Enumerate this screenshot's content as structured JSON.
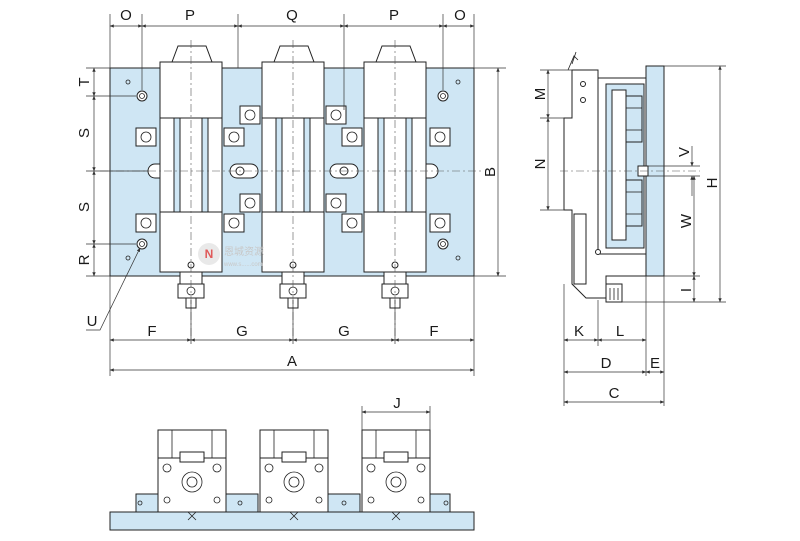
{
  "dimension_labels": {
    "O_left": "O",
    "P_left": "P",
    "Q": "Q",
    "P_right": "P",
    "O_right": "O",
    "T": "T",
    "S_upper": "S",
    "S_lower": "S",
    "R": "R",
    "U": "U",
    "B": "B",
    "F_left": "F",
    "G_left": "G",
    "G_right": "G",
    "F_right": "F",
    "A": "A",
    "M": "M",
    "N": "N",
    "V": "V",
    "W": "W",
    "H": "H",
    "I": "I",
    "K": "K",
    "L": "L",
    "D": "D",
    "E": "E",
    "C": "C",
    "J": "J"
  },
  "watermark": {
    "logo": "N",
    "text": "恩城资源",
    "subtext": "www.s......com"
  },
  "colors": {
    "part_fill": "#cfe6f4",
    "line": "#222222",
    "background": "#ffffff"
  }
}
